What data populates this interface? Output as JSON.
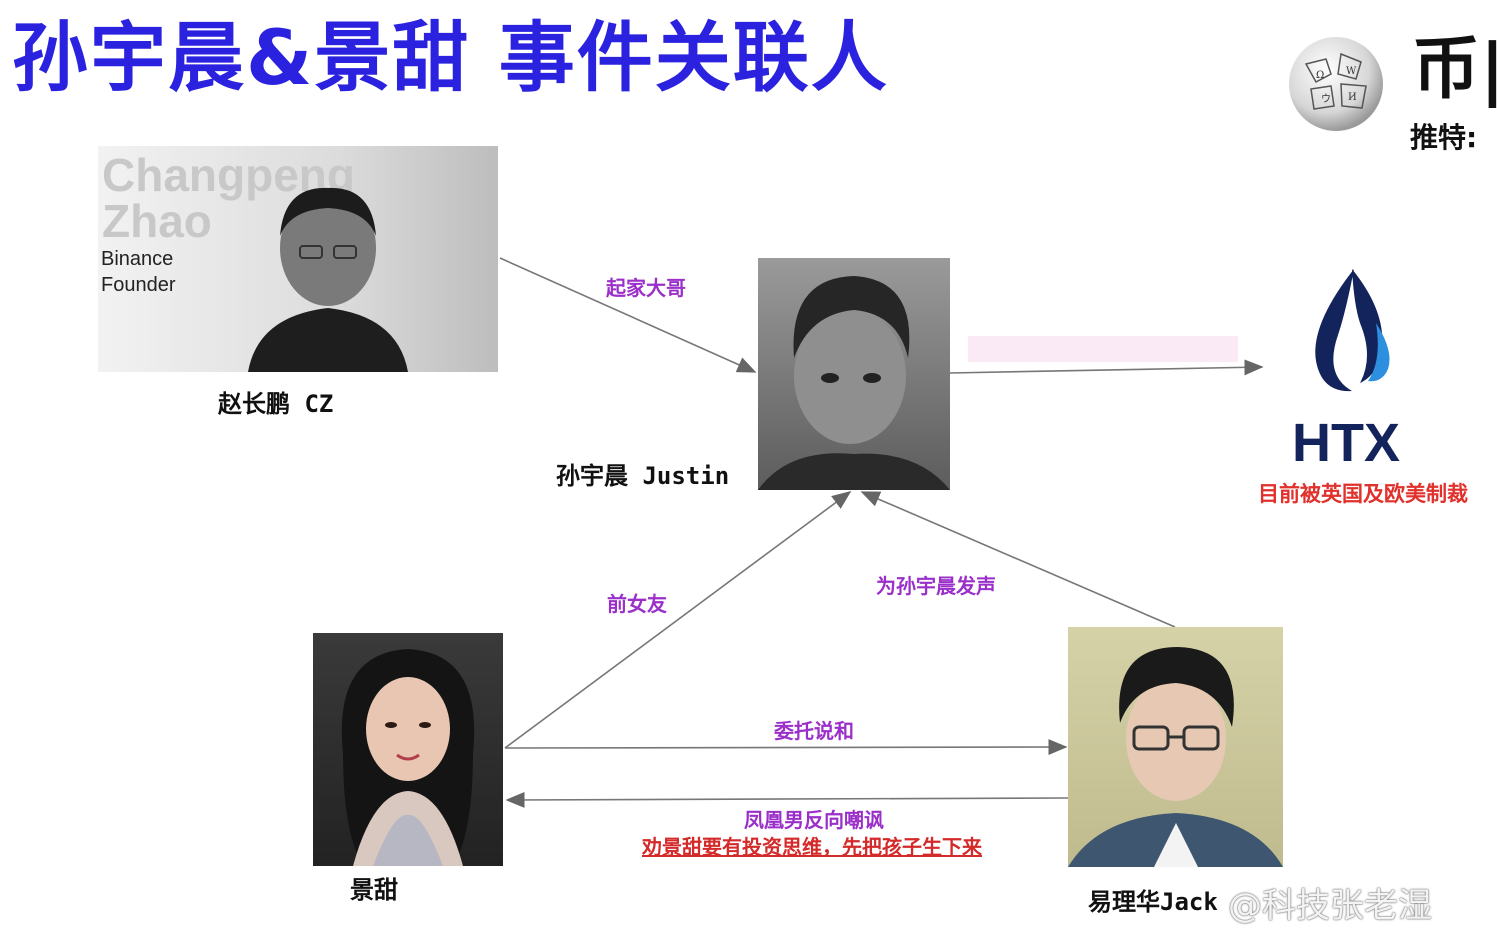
{
  "title": "孙宇晨&景甜 事件关联人",
  "brand": {
    "text": "币|",
    "sub": "推特:"
  },
  "nodes": {
    "cz": {
      "name": "赵长鹏 CZ",
      "photo_caption_big": "Changpeng Zhao",
      "photo_caption_line1": "Binance",
      "photo_caption_line2": "Founder"
    },
    "justin": {
      "name": "孙宇晨 Justin"
    },
    "jingtian": {
      "name": "景甜"
    },
    "jack": {
      "name": "易理华Jack"
    },
    "htx": {
      "logo_text": "HTX",
      "note": "目前被英国及欧美制裁"
    }
  },
  "relations": {
    "cz_to_justin": "起家大哥",
    "jingtian_to_justin": "前女友",
    "jack_to_justin": "为孙宇晨发声",
    "jingtian_to_jack": "委托说和",
    "jack_to_jingtian_1": "凤凰男反向嘲讽",
    "jack_to_jingtian_2": "劝景甜要有投资思维，先把孩子生下来"
  },
  "watermark": "@科技张老湿",
  "colors": {
    "title": "#2b22e0",
    "relation": "#9b2fc9",
    "warning": "#d42a2a",
    "arrow": "#666666"
  }
}
